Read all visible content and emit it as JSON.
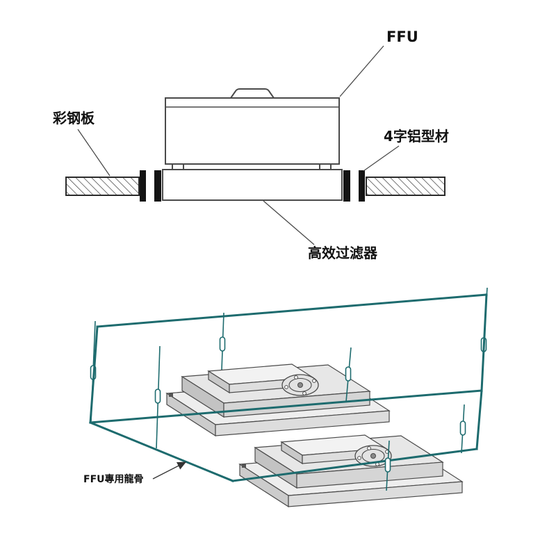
{
  "section_view": {
    "labels": {
      "ffu": "FFU",
      "steel_panel": "彩钢板",
      "aluminum_profile": "4字铝型材",
      "hepa_filter": "高效过滤器"
    }
  },
  "isometric_view": {
    "labels": {
      "keel": "FFU專用龍骨"
    }
  },
  "colors": {
    "outline_gray": "#4a4a4a",
    "profile_black": "#141414",
    "keel_teal": "#1d6b6e",
    "unit_fill": "#e7e7e7",
    "background": "#ffffff"
  }
}
